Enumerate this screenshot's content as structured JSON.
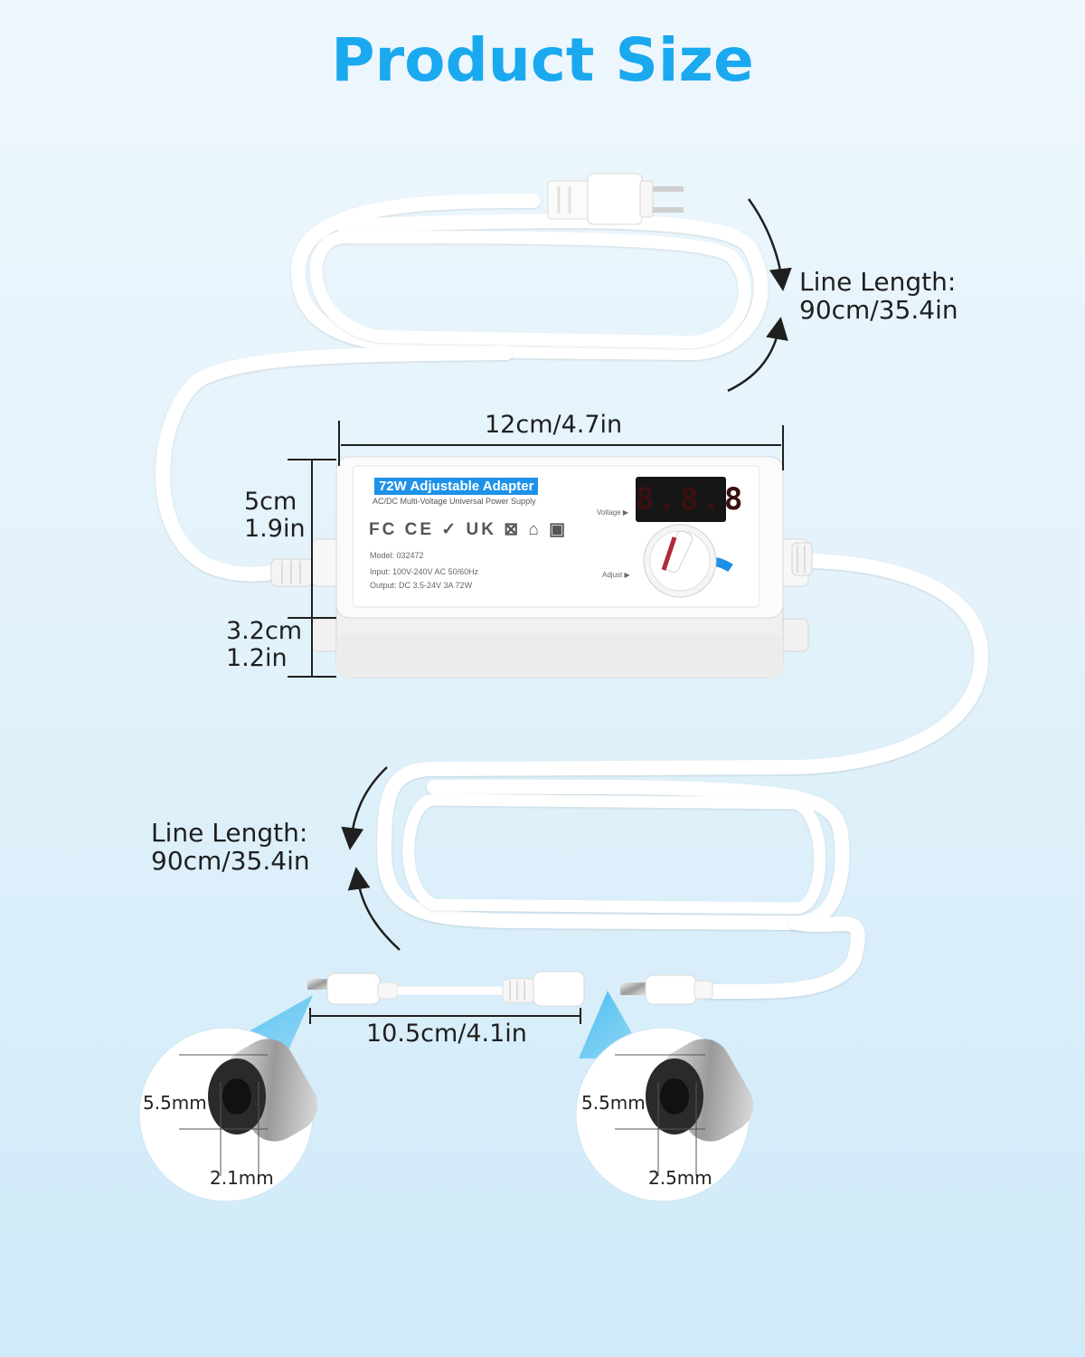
{
  "title": "Product Size",
  "colors": {
    "title": "#1aa9ee",
    "label_bg": "#1d92e8",
    "background": "#e3f2fb"
  },
  "dimensions": {
    "upper_cable": {
      "label": "Line Length:",
      "value": "90cm/35.4in"
    },
    "lower_cable": {
      "label": "Line Length:",
      "value": "90cm/35.4in"
    },
    "adapter_width": "12cm/4.7in",
    "adapter_height": {
      "cm": "5cm",
      "in": "1.9in"
    },
    "adapter_depth": {
      "cm": "3.2cm",
      "in": "1.2in"
    },
    "connector_length": "10.5cm/4.1in",
    "left_plug": {
      "outer": "5.5mm",
      "inner": "2.1mm"
    },
    "right_plug": {
      "outer": "5.5mm",
      "inner": "2.5mm"
    }
  },
  "adapter": {
    "label": "72W Adjustable Adapter",
    "subtitle": "AC/DC Multi-Voltage Universal Power Supply",
    "certifications": "FC CE ✓ UK ⊠ ⌂ ▣",
    "model": "Model: 032472",
    "input": "Input: 100V-240V AC  50/60Hz",
    "output": "Output: DC 3.5-24V 3A 72W",
    "voltage_label": "Voltage ▶",
    "adjust_label": "Adjust ▶",
    "display": "8.8.8"
  },
  "icons": [
    "us-plug-icon",
    "adapter-icon",
    "dc-barrel-plug-icon",
    "arrow-icon",
    "knob-icon"
  ]
}
